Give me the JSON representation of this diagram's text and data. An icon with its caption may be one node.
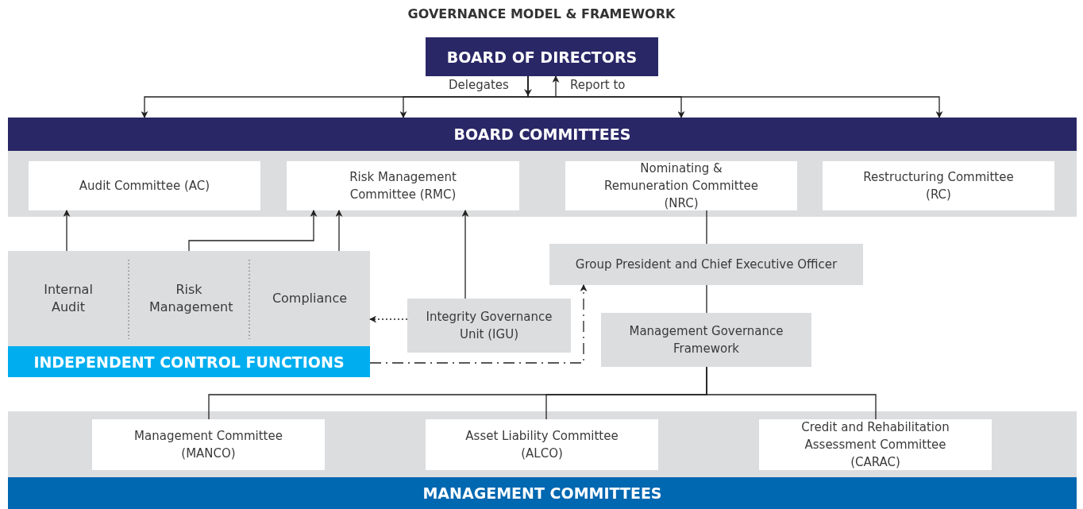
{
  "diagram": {
    "title": "GOVERNANCE MODEL & FRAMEWORK",
    "nodes": [
      {
        "text": [
          "BOARD OF DIRECTORS"
        ]
      },
      {
        "text": [
          "BOARD COMMITTEES"
        ]
      },
      {
        "text": [
          "Audit Committee (AC)"
        ],
        "in": 1
      },
      {
        "text": [
          "Risk Management Committee (RMC)"
        ],
        "in": 1
      },
      {
        "text": [
          "Nominating & Remuneration Committee (NRC)"
        ],
        "in": 1
      },
      {
        "text": [
          "Restructuring Committee (RC)"
        ],
        "in": 1
      },
      {
        "text": [
          "INDEPENDENT CONTROL FUNCTIONS"
        ]
      },
      {
        "text": [
          "Internal Audit"
        ],
        "in": 6
      },
      {
        "text": [
          "Risk Management"
        ],
        "in": 6
      },
      {
        "text": [
          "Compliance"
        ],
        "in": 6
      },
      {
        "text": [
          "Integrity Governance Unit (IGU)"
        ]
      },
      {
        "text": [
          "Group President and Chief Executive Officer"
        ]
      },
      {
        "text": [
          "Management Governance Framework"
        ]
      },
      {
        "text": [
          "MANAGEMENT COMMITTEES"
        ]
      },
      {
        "text": [
          "Management Committee (MANCO)"
        ],
        "in": 13
      },
      {
        "text": [
          "Asset Liability Committee (ALCO)"
        ],
        "in": 13
      },
      {
        "text": [
          "Credit and Rehabilitation Assessment Committee (CARAC)"
        ],
        "in": 13
      }
    ],
    "edges": [
      {
        "from": 0,
        "to": 1,
        "arrow": "to",
        "label": "Delegates"
      },
      {
        "from": 0,
        "to": 1,
        "arrow": "to"
      },
      {
        "from": 0,
        "to": 1,
        "arrow": "to"
      },
      {
        "from": 0,
        "to": 1,
        "arrow": "to"
      },
      {
        "from": 1,
        "to": 0,
        "arrow": "to",
        "label": "Report to"
      },
      {
        "from": 7,
        "to": 2,
        "arrow": "to"
      },
      {
        "from": 8,
        "to": 3,
        "arrow": "to"
      },
      {
        "from": 9,
        "to": 3,
        "arrow": "to"
      },
      {
        "from": 10,
        "to": 3,
        "arrow": "to"
      },
      {
        "from": 10,
        "to": 6,
        "arrow": "to",
        "style": "dashed"
      },
      {
        "from": 6,
        "to": 11,
        "arrow": "to",
        "style": "dashed"
      },
      {
        "from": 4,
        "to": 11,
        "arrow": "none"
      },
      {
        "from": 11,
        "to": 12,
        "arrow": "none"
      },
      {
        "from": 12,
        "to": 14,
        "arrow": "none"
      },
      {
        "from": 12,
        "to": 15,
        "arrow": "none"
      },
      {
        "from": 12,
        "to": 16,
        "arrow": "none"
      }
    ]
  }
}
